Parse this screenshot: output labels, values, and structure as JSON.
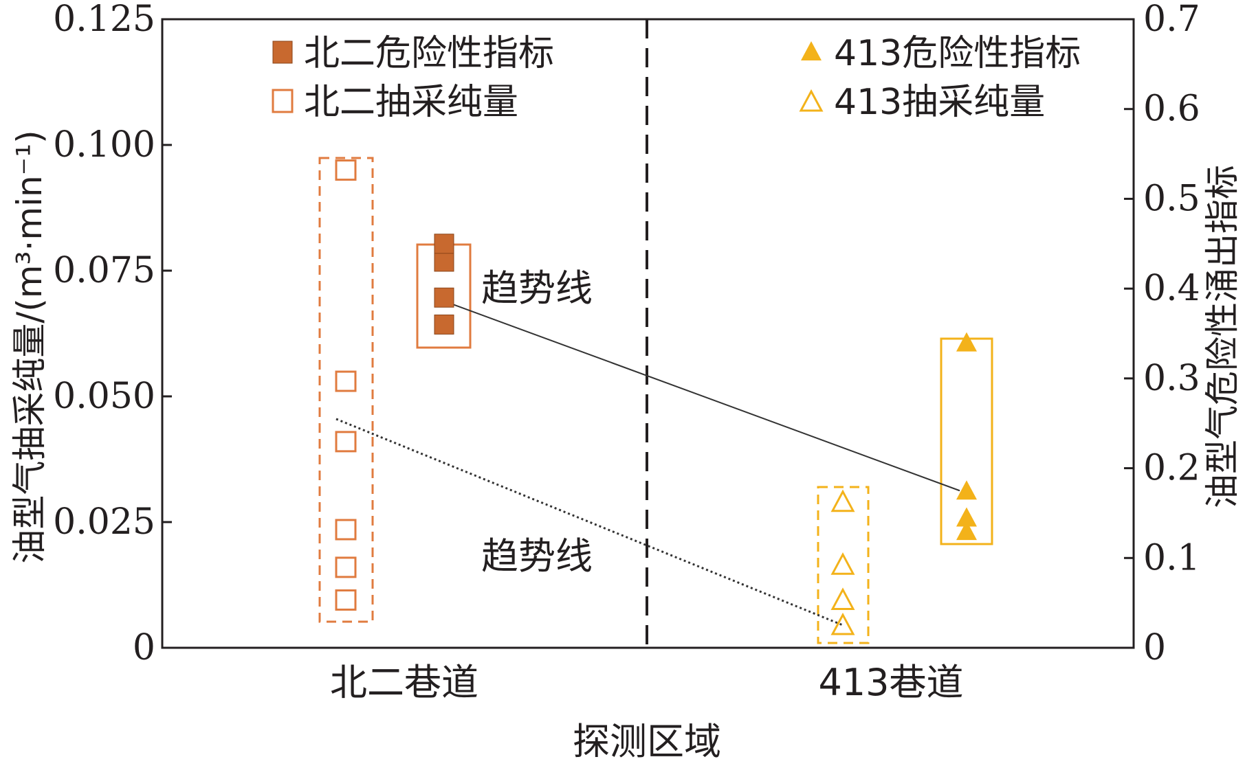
{
  "chart_data": {
    "type": "scatter",
    "categories": [
      "北二巷道",
      "413巷道"
    ],
    "xlabel": "探测区域",
    "ylabel_left": "油型气抽采纯量/(m³·min⁻¹)",
    "ylabel_right": "油型气危险性涌出指标",
    "ylim_left": [
      0,
      0.125
    ],
    "yticks_left": [
      "0",
      "0.025",
      "0.050",
      "0.075",
      "0.100",
      "0.125"
    ],
    "ylim_right": [
      0,
      0.7
    ],
    "yticks_right": [
      "0",
      "0.1",
      "0.2",
      "0.3",
      "0.4",
      "0.5",
      "0.6",
      "0.7"
    ],
    "grid": false,
    "series": [
      {
        "name": "北二危险性指标",
        "category": "北二巷道",
        "axis": "right",
        "marker": "filled-square",
        "color": "#c8692f",
        "values": [
          0.36,
          0.39,
          0.43,
          0.45
        ]
      },
      {
        "name": "北二抽采纯量",
        "category": "北二巷道",
        "axis": "left",
        "marker": "open-square",
        "color": "#e07b3f",
        "values": [
          0.0095,
          0.016,
          0.0235,
          0.041,
          0.053,
          0.095
        ]
      },
      {
        "name": "413危险性指标",
        "category": "413巷道",
        "axis": "right",
        "marker": "filled-triangle",
        "color": "#f3b21a",
        "values": [
          0.13,
          0.145,
          0.175,
          0.34
        ]
      },
      {
        "name": "413抽采纯量",
        "category": "413巷道",
        "axis": "left",
        "marker": "open-triangle",
        "color": "#f3b21a",
        "values": [
          0.0045,
          0.0095,
          0.0165,
          0.029
        ]
      }
    ],
    "trendlines": [
      {
        "label": "趋势线",
        "axis": "right",
        "from": {
          "category": "北二巷道",
          "value": 0.39
        },
        "to": {
          "category": "413巷道",
          "value": 0.175
        },
        "style": "solid"
      },
      {
        "label": "趋势线",
        "axis": "left",
        "from": {
          "category": "北二巷道",
          "value": 0.0455
        },
        "to": {
          "category": "413巷道",
          "value": 0.0045
        },
        "style": "dotted"
      }
    ],
    "legend_position": "top"
  }
}
